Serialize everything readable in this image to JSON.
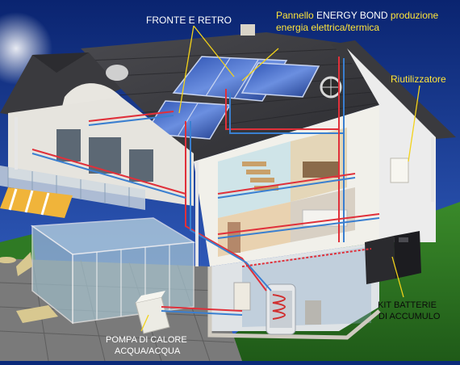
{
  "labels": {
    "fronte_retro": "FRONTE E RETRO",
    "pannello_line1_a": "Pannello ",
    "pannello_line1_brand": "ENERGY BOND",
    "pannello_line1_b": " produzione",
    "pannello_line2": "energia elettrica/termica",
    "riutilizzatore": "Riutilizzatore",
    "kit_line1": "KIT BATTERIE",
    "kit_line2": "DI ACCUMULO",
    "pompa_line1": "POMPA DI CALORE",
    "pompa_line2": "ACQUA/ACQUA"
  },
  "colors": {
    "sky_top": "#0a2470",
    "sky_bottom": "#2f5fc4",
    "label_yellow": "#ffe43a",
    "leader_line": "#f2d21a",
    "pipe_red": "#e0303a",
    "pipe_blue": "#3a7fd0"
  }
}
